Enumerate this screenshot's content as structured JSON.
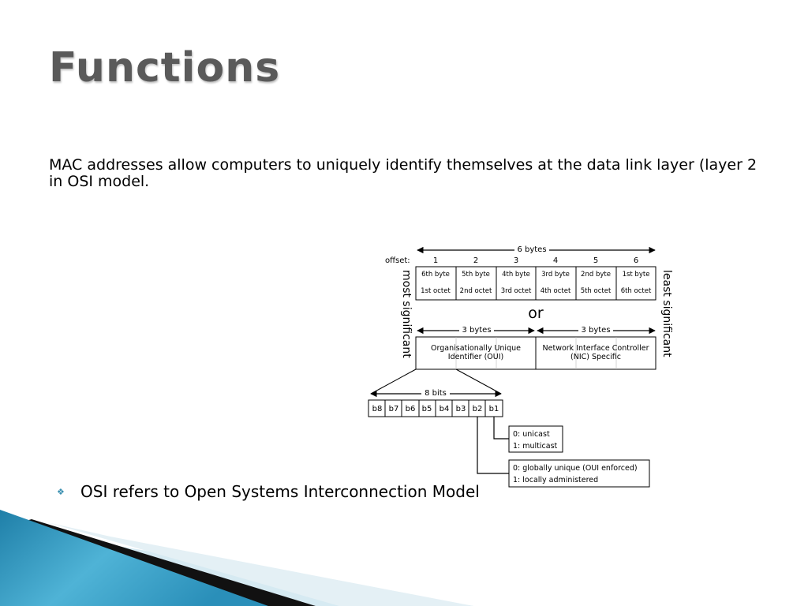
{
  "slide": {
    "title": "Functions",
    "body": "MAC addresses allow computers to uniquely identify themselves at the data link layer (layer 2 in OSI model.",
    "bullet": "OSI  refers to Open Systems Interconnection Model"
  },
  "diagram": {
    "total_label": "6 bytes",
    "offset_label": "offset:",
    "offsets": [
      "1",
      "2",
      "3",
      "4",
      "5",
      "6"
    ],
    "bytes": [
      {
        "byte": "6th byte",
        "octet": "1st octet"
      },
      {
        "byte": "5th byte",
        "octet": "2nd octet"
      },
      {
        "byte": "4th byte",
        "octet": "3rd octet"
      },
      {
        "byte": "3rd byte",
        "octet": "4th octet"
      },
      {
        "byte": "2nd byte",
        "octet": "5th octet"
      },
      {
        "byte": "1st byte",
        "octet": "6th octet"
      }
    ],
    "or_label": "or",
    "half_label": "3 bytes",
    "oui_line1": "Organisationally Unique",
    "oui_line2": "Identifier (OUI)",
    "nic_line1": "Network Interface Controller",
    "nic_line2": "(NIC) Specific",
    "most_label": "most significant",
    "least_label": "least significant",
    "bits_label": "8 bits",
    "bits": [
      "b8",
      "b7",
      "b6",
      "b5",
      "b4",
      "b3",
      "b2",
      "b1"
    ],
    "cast_0": "0: unicast",
    "cast_1": "1: multicast",
    "admin_0": "0: globally unique (OUI enforced)",
    "admin_1": "1: locally administered"
  },
  "colors": {
    "title": "#5a5a5a",
    "bullet_mark": "#3a8fb0",
    "deco_blue": "#2f8fb8",
    "deco_light": "#cfe6f0"
  }
}
